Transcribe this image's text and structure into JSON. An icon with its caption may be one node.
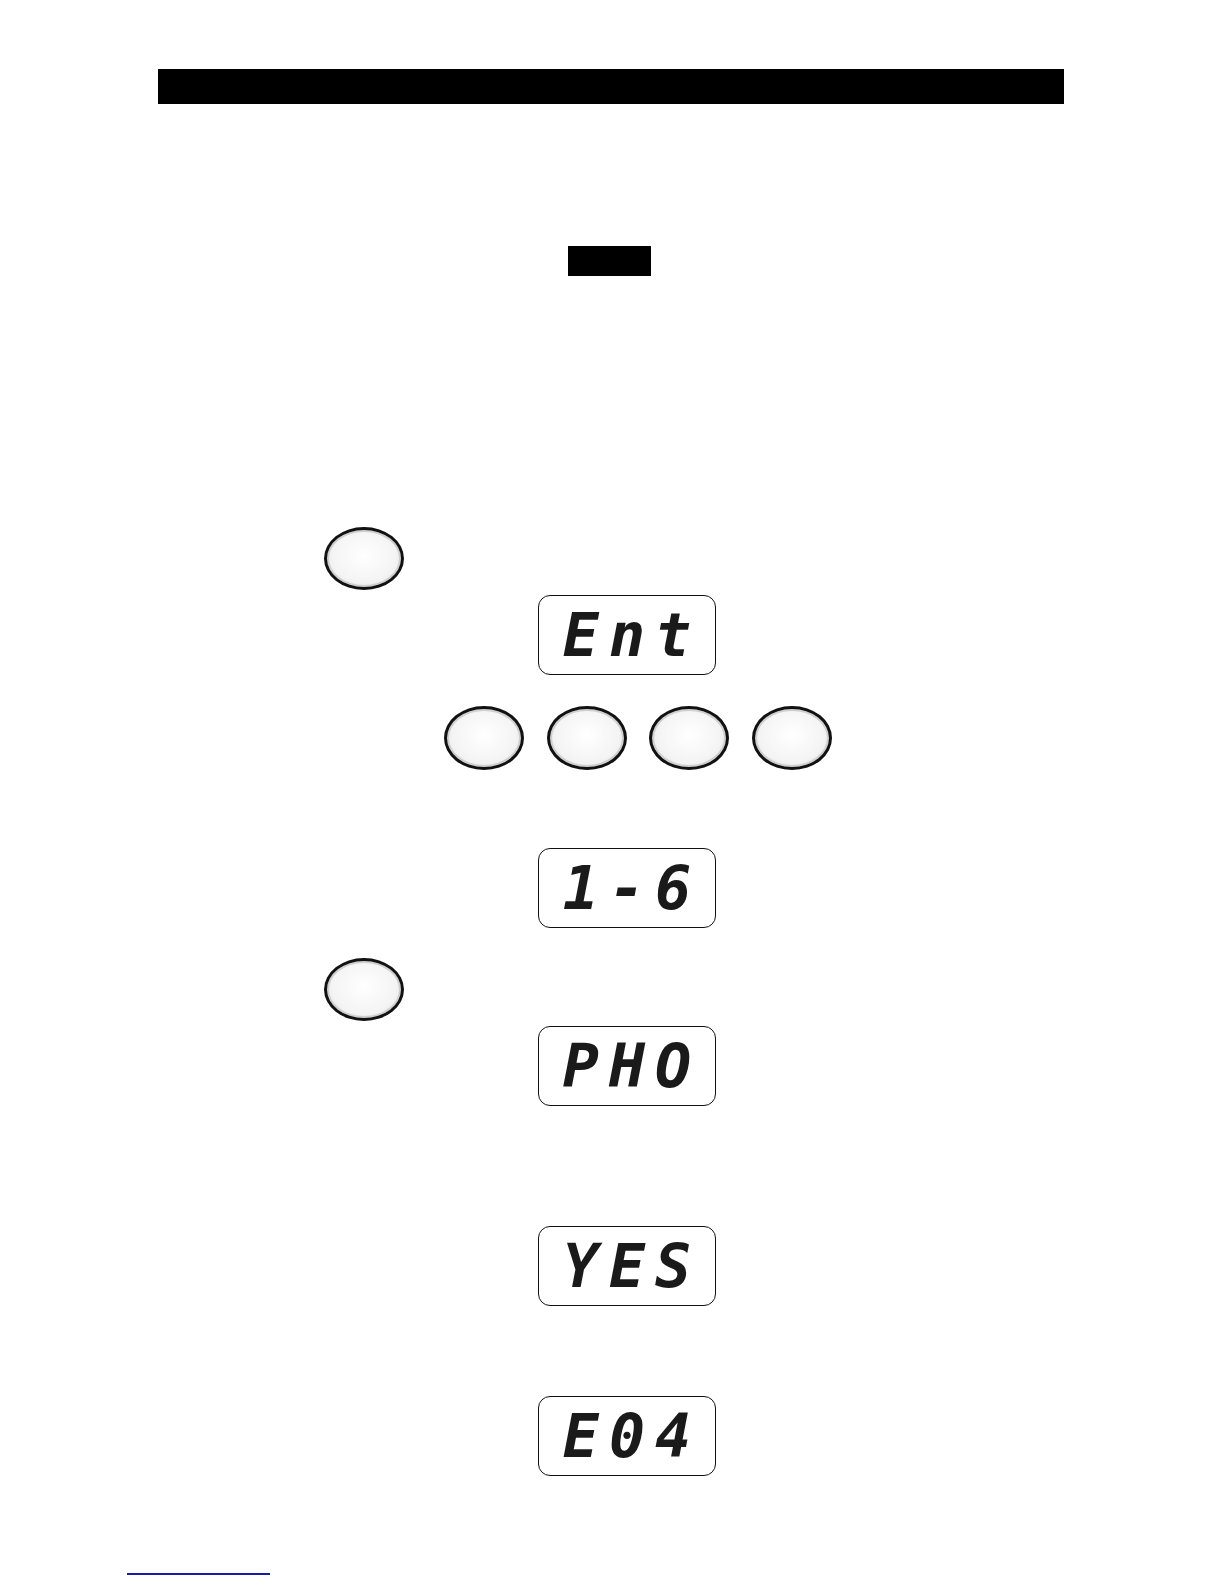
{
  "diagram": {
    "nodes": [
      {
        "text": [],
        "shape": "bar"
      },
      {
        "text": [],
        "shape": "bar"
      },
      {
        "text": [],
        "shape": "circle"
      },
      {
        "text": [
          "Ent"
        ]
      },
      {
        "text": [],
        "shape": "circle"
      },
      {
        "text": [],
        "shape": "circle"
      },
      {
        "text": [],
        "shape": "circle"
      },
      {
        "text": [],
        "shape": "circle"
      },
      {
        "text": [
          "1-6"
        ]
      },
      {
        "text": [],
        "shape": "circle"
      },
      {
        "text": [
          "PHO"
        ]
      },
      {
        "text": [
          "YES"
        ]
      },
      {
        "text": [
          "E04"
        ]
      }
    ]
  }
}
